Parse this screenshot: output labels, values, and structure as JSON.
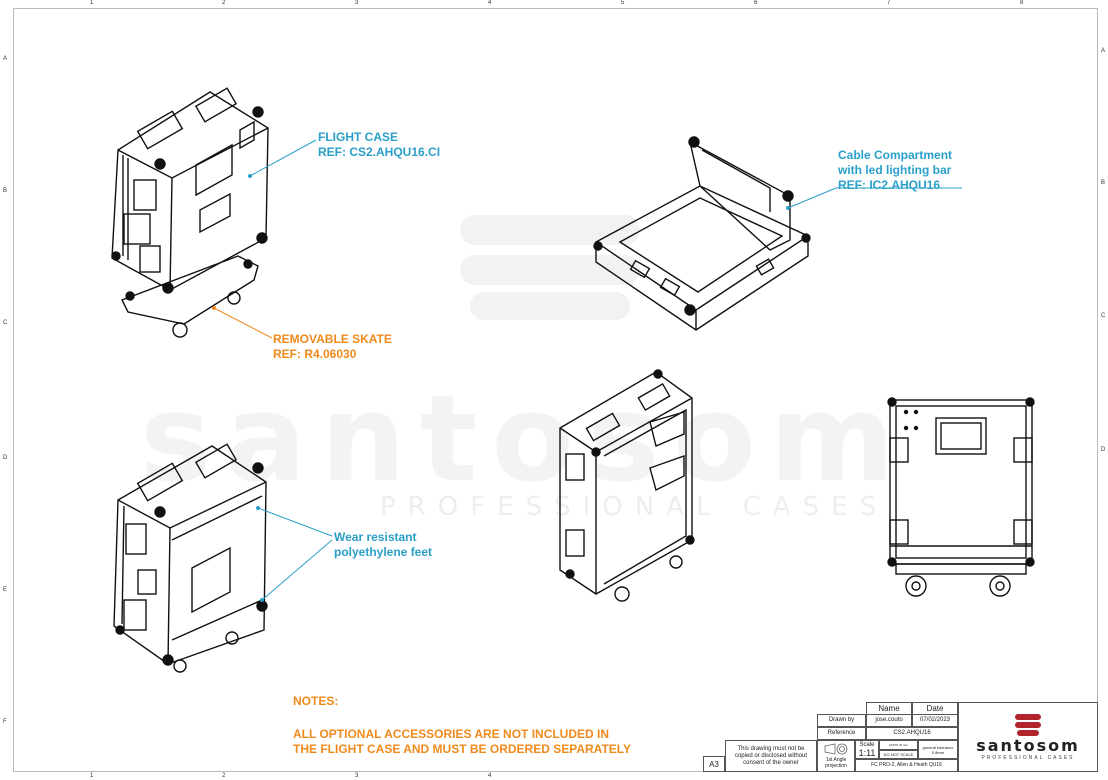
{
  "grid": {
    "top_cols": [
      "1",
      "2",
      "3",
      "4",
      "5",
      "6",
      "7",
      "8"
    ],
    "bottom_cols": [
      "1",
      "2",
      "3",
      "4"
    ],
    "left_rows": [
      "A",
      "B",
      "C",
      "D",
      "E",
      "F"
    ],
    "right_rows": [
      "A",
      "B",
      "C",
      "D"
    ]
  },
  "watermark": {
    "brand": "santosom",
    "sub": "PROFESSIONAL CASES"
  },
  "callouts": {
    "flight_case": {
      "line1": "FLIGHT CASE",
      "line2": "REF:  CS2.AHQU16.CI"
    },
    "skate": {
      "line1": "REMOVABLE SKATE",
      "line2": "REF: R4.06030"
    },
    "cable": {
      "line1": "Cable Compartment",
      "line2": "with led lighting bar",
      "line3": "REF: IC2.AHQU16"
    },
    "feet": {
      "line1": "Wear resistant",
      "line2": "polyethylene feet"
    }
  },
  "notes": {
    "title": "NOTES:",
    "line1": "ALL OPTIONAL ACCESSORIES ARE NOT INCLUDED IN",
    "line2": "THE FLIGHT CASE AND MUST BE ORDERED SEPARATELY"
  },
  "title_block": {
    "name_header": "Name",
    "date_header": "Date",
    "drawn_by_label": "Drawn by",
    "drawn_by_name": "jose.couto",
    "drawn_by_date": "07/02/2023",
    "reference_label": "Reference",
    "reference_value": "CS2.AHQU16",
    "sheet_size": "A3",
    "disclaimer": "This drawing must not be copied or disclosed without consent of the owner",
    "projection": "1st Angle projection",
    "scale_label": "Scale",
    "scale_value": "1:11",
    "units_label": "UNITS IN mm",
    "do_not_scale": "DO NOT SCALE",
    "tolerance_label": "general tolerance",
    "tolerance_value": "0.8mm",
    "description": "FC PRO-2, Allen & Heath QU16",
    "logo_text": "santosom",
    "logo_sub": "PROFESSIONAL CASES"
  }
}
